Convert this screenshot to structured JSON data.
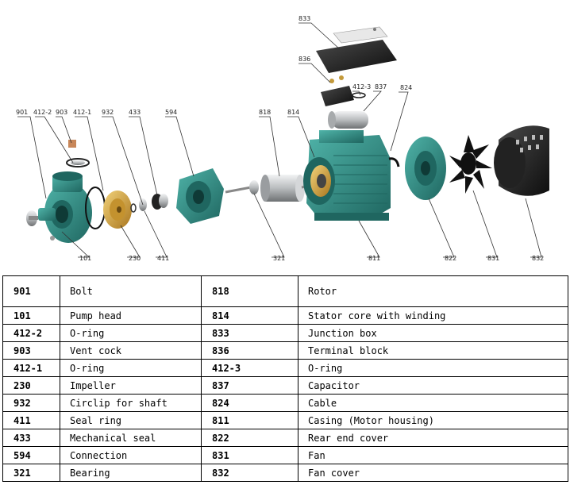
{
  "callouts": {
    "c901": "901",
    "c412_2": "412-2",
    "c903": "903",
    "c412_1": "412-1",
    "c932": "932",
    "c433": "433",
    "c594": "594",
    "c818": "818",
    "c814": "814",
    "c833": "833",
    "c836": "836",
    "c412_3": "412-3",
    "c837": "837",
    "c824": "824",
    "c101": "101",
    "c230": "230",
    "c411": "411",
    "c321": "321",
    "c811": "811",
    "c822": "822",
    "c831": "831",
    "c832": "832"
  },
  "colors": {
    "body": "#2f8f86",
    "body_dark": "#1f6660",
    "brass": "#d8a93a",
    "black": "#1a1a1a",
    "steel": "#c9ccce"
  },
  "parts_table": [
    [
      "901",
      "Bolt",
      "818",
      "Rotor"
    ],
    [
      "101",
      "Pump head",
      "814",
      "Stator core with winding"
    ],
    [
      "412-2",
      "O-ring",
      "833",
      "Junction box"
    ],
    [
      "903",
      "Vent cock",
      "836",
      "Terminal block"
    ],
    [
      "412-1",
      "O-ring",
      "412-3",
      "O-ring"
    ],
    [
      "230",
      "Impeller",
      "837",
      "Capacitor"
    ],
    [
      "932",
      "Circlip for shaft",
      "824",
      "Cable"
    ],
    [
      "411",
      "Seal ring",
      "811",
      "Casing (Motor housing)"
    ],
    [
      "433",
      "Mechanical seal",
      "822",
      "Rear end cover"
    ],
    [
      "594",
      "Connection",
      "831",
      "Fan"
    ],
    [
      "321",
      "Bearing",
      "832",
      "Fan cover"
    ]
  ]
}
